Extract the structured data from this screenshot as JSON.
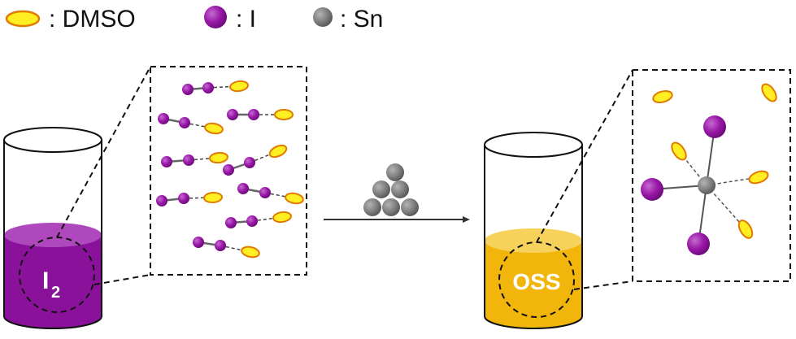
{
  "legend": [
    {
      "symbol": "dmso-ellipse",
      "text": ": DMSO"
    },
    {
      "symbol": "iodine-sphere",
      "text": ": I"
    },
    {
      "symbol": "tin-sphere",
      "text": ": Sn"
    }
  ],
  "beakers": {
    "left": {
      "label_main": "I",
      "label_sub": "2",
      "liquid_color": "#8a119a",
      "liquid_top_color": "#b048bd"
    },
    "right": {
      "label": "OSS",
      "liquid_color": "#f1b50c",
      "liquid_top_color": "#f7d25a"
    }
  },
  "colors": {
    "dmso_fill": "#ffee22",
    "dmso_stroke": "#e07a00",
    "iodine": "#9a18a8",
    "tin": "#7d7d7d",
    "bond": "#666666"
  }
}
